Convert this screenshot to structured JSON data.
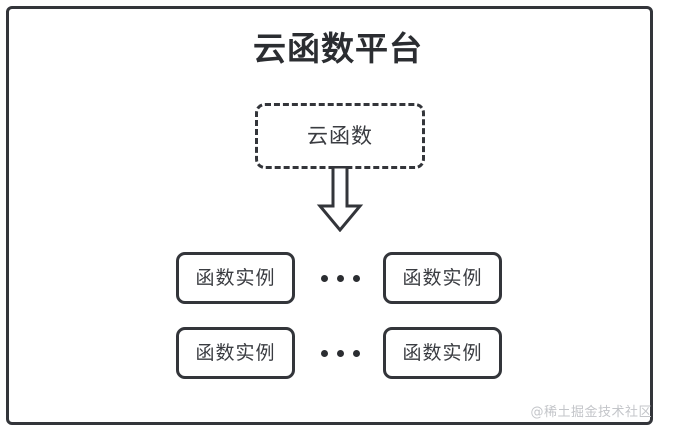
{
  "diagram": {
    "platform": {
      "title": "云函数平台",
      "border_color": "#33353a",
      "background": "#ffffff"
    },
    "cloud_function": {
      "label": "云函数",
      "border_style": "dashed",
      "border_color": "#33353a"
    },
    "arrow": {
      "name": "down-block-arrow",
      "direction": "down",
      "color": "#33353a",
      "fill": "#ffffff"
    },
    "instance_rows": [
      {
        "left": {
          "label": "函数实例"
        },
        "separator": "•••",
        "right": {
          "label": "函数实例"
        }
      },
      {
        "left": {
          "label": "函数实例"
        },
        "separator": "•••",
        "right": {
          "label": "函数实例"
        }
      }
    ],
    "watermark": {
      "text": "@稀土掘金技术社区",
      "color": "#c3c5c9"
    }
  }
}
